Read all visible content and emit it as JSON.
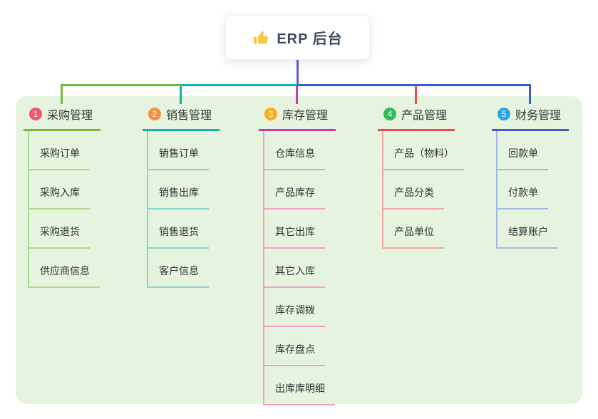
{
  "root": {
    "title": "ERP 后台",
    "icon": "thumbs-up-icon"
  },
  "colors": {
    "band": "#e6f4df",
    "root_connector": "#5a60d6",
    "text": "#333333",
    "node_background": "#ffffff"
  },
  "branches": [
    {
      "badge": "1",
      "title": "采购管理",
      "badge_color": "#f0586e",
      "line_color": "#76b93f",
      "child_line_color": "#aed88e",
      "children": [
        "采购订单",
        "采购入库",
        "采购退货",
        "供应商信息"
      ]
    },
    {
      "badge": "2",
      "title": "销售管理",
      "badge_color": "#fb8d3f",
      "line_color": "#0fb3ab",
      "child_line_color": "#85d6d0",
      "children": [
        "销售订单",
        "销售出库",
        "销售退货",
        "客户信息"
      ]
    },
    {
      "badge": "3",
      "title": "库存管理",
      "badge_color": "#fbad19",
      "line_color": "#d23ba5",
      "child_line_color": "#f0a0cd",
      "children": [
        "仓库信息",
        "产品库存",
        "其它出库",
        "其它入库",
        "库存调拨",
        "库存盘点",
        "出库库明细"
      ]
    },
    {
      "badge": "4",
      "title": "产品管理",
      "badge_color": "#2ebd57",
      "line_color": "#f04b4b",
      "child_line_color": "#f5a5a5",
      "children": [
        "产品（物料）",
        "产品分类",
        "产品单位"
      ]
    },
    {
      "badge": "5",
      "title": "财务管理",
      "badge_color": "#29a5e1",
      "line_color": "#3f5ec9",
      "child_line_color": "#a3b7e6",
      "children": [
        "回款单",
        "付款单",
        "结算账户"
      ]
    }
  ]
}
